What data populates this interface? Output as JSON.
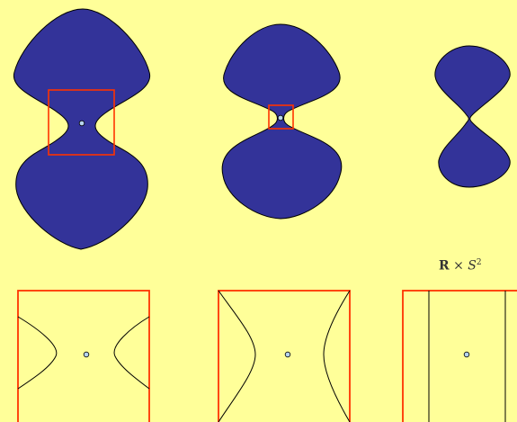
{
  "label": {
    "space_R": "R",
    "times": "×",
    "sphere_S": "S",
    "sphere_dim": "2"
  },
  "colors": {
    "background": "#ffff99",
    "shape_fill": "#333399",
    "outline": "#000000",
    "frame": "#ff3300",
    "point_fill": "#b7d5ef"
  }
}
